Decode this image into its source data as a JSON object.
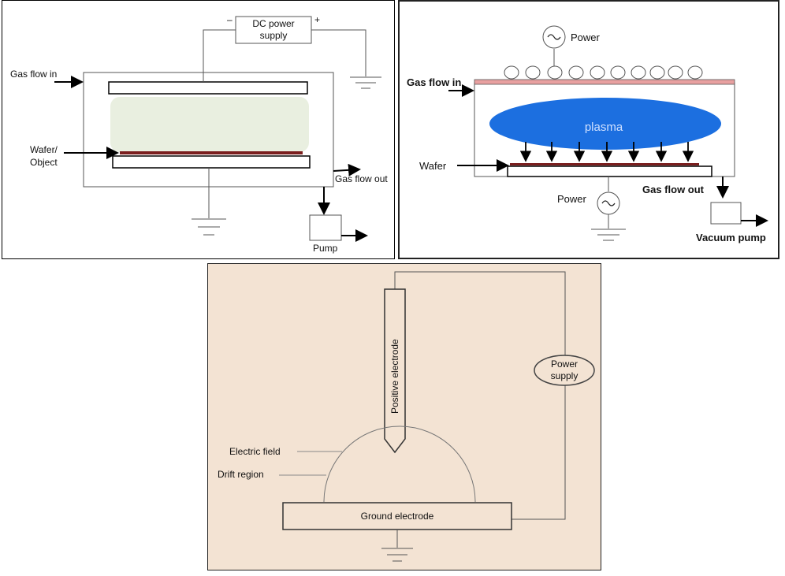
{
  "panel_a": {
    "supply_label_line1": "DC power",
    "supply_label_line2": "supply",
    "minus_sign": "–",
    "plus_sign": "+",
    "gas_in": "Gas flow in",
    "wafer_line1": "Wafer/",
    "wafer_line2": "Object",
    "gas_out": "Gas flow out",
    "pump": "Pump",
    "plasma_color": "#e9efe0",
    "wafer_color": "#7a1e1e"
  },
  "panel_b": {
    "power_top": "Power",
    "gas_in": "Gas flow in",
    "plasma": "plasma",
    "wafer": "Wafer",
    "power_bottom": "Power",
    "gas_out": "Gas flow out",
    "vacuum_pump": "Vacuum pump",
    "plasma_color": "#1c6fe0",
    "coil_strip_color": "#e8a0a0",
    "wafer_color": "#7a1e1e"
  },
  "panel_c": {
    "positive_electrode": "Positive electrode",
    "power_supply_line1": "Power",
    "power_supply_line2": "supply",
    "electric_field": "Electric field",
    "drift_region": "Drift region",
    "ground_electrode": "Ground electrode",
    "background_color": "#f3e3d3"
  }
}
